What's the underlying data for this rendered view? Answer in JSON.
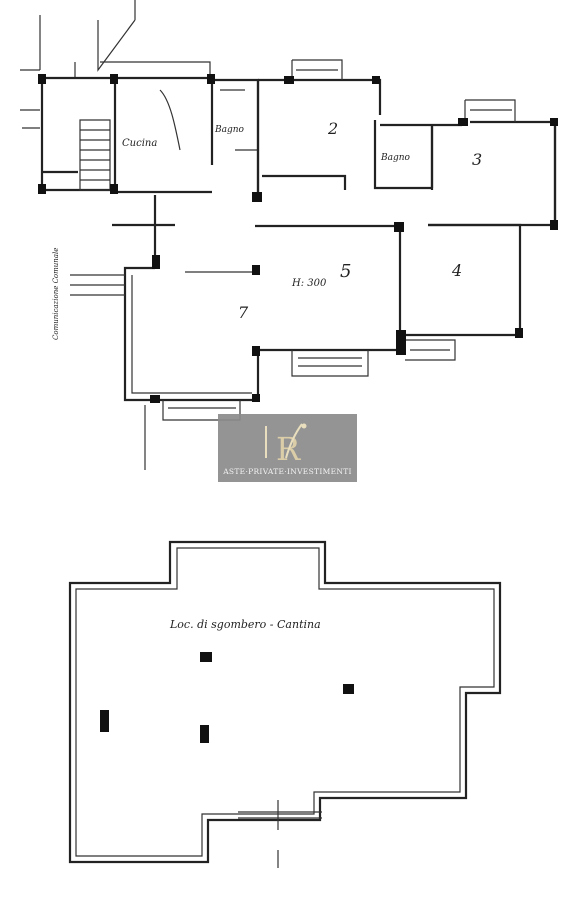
{
  "plan_upper": {
    "rooms": [
      {
        "id": "cucina",
        "label": "Cucina"
      },
      {
        "id": "bagno1",
        "label": "Bagno"
      },
      {
        "id": "room2",
        "label": "2"
      },
      {
        "id": "bagno2",
        "label": "Bagno"
      },
      {
        "id": "room3",
        "label": "3"
      },
      {
        "id": "room4",
        "label": "4"
      },
      {
        "id": "room5",
        "label": "5"
      },
      {
        "id": "room7",
        "label": "7"
      }
    ],
    "height_note": "H: 300",
    "side_note": "Comunicazione Comunale"
  },
  "plan_lower": {
    "label": "Loc. di sgombero - Cantina"
  },
  "watermark": {
    "logo_letters": "R",
    "text": "ASTE·PRIVATE·INVESTIMENTI",
    "bg_color": "#8c8c8c"
  }
}
